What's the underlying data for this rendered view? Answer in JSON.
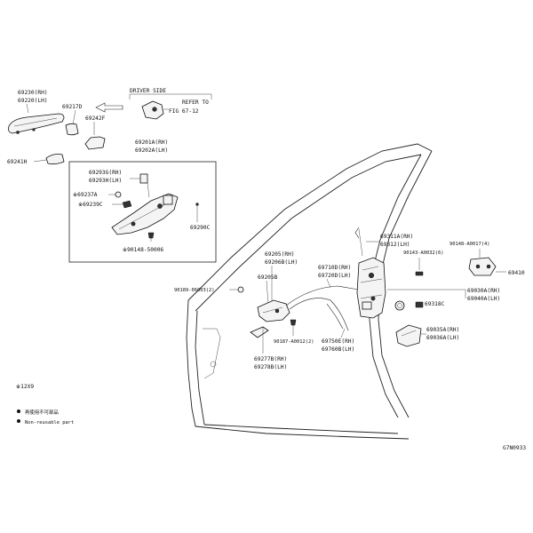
{
  "labels": {
    "p69230": "69230(RH)",
    "p69220": "69220(LH)",
    "p69217d": "69217D",
    "driver_side": "DRIVER SIDE",
    "refer_to": "REFER TO",
    "fig_ref": "FIG 67-12",
    "p69242f": "69242F",
    "p69201a": "69201A(RH)",
    "p69202a": "69202A(LH)",
    "p69241h": "69241H",
    "p69293g": "69293G(RH)",
    "p69293h": "69293H(LH)",
    "p69237a": "※69237A",
    "p69239c": "※69239C",
    "p69290c": "69290C",
    "p90148_50006": "※90148-50006",
    "p69205": "69205(RH)",
    "p69206b": "69206B(LH)",
    "p69205b": "69205B",
    "p90189": "90189-06003(2)",
    "p90187": "90187-A0012(2)",
    "p69277b": "69277B(RH)",
    "p69278b": "69278B(LH)",
    "p69710d": "69710D(RH)",
    "p69720d": "69720D(LH)",
    "p69750e": "69750E(RH)",
    "p69760b": "69760B(LH)",
    "p69311a": "69311A(RH)",
    "p69312": "69312(LH)",
    "p90148_a0017": "90148-A0017(4)",
    "p90143": "90143-A0032(6)",
    "p69410": "69410",
    "p69030a": "69030A(RH)",
    "p69040a": "69040A(LH)",
    "p69318c": "69318C",
    "p69035a": "69035A(RH)",
    "p69036a": "69036A(LH)",
    "ref_code": "※12X9",
    "legend_jp": "再使用不可部品",
    "legend_en": "Non-reusable part",
    "diagram_id": "G7N0933"
  }
}
